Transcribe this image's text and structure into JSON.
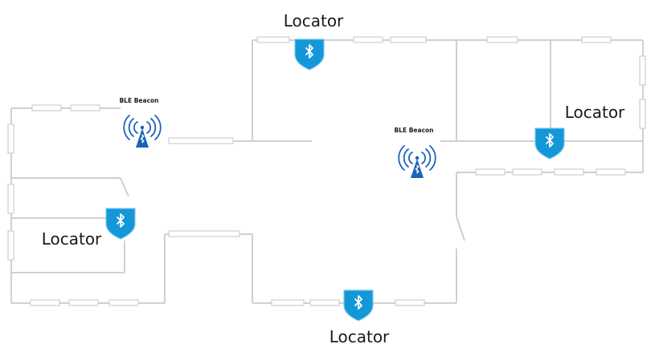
{
  "diagram": {
    "locators": [
      {
        "label": "Locator",
        "icon": "bluetooth-shield-icon"
      },
      {
        "label": "Locator",
        "icon": "bluetooth-shield-icon"
      },
      {
        "label": "Locator",
        "icon": "bluetooth-shield-icon"
      },
      {
        "label": "Locator",
        "icon": "bluetooth-shield-icon"
      }
    ],
    "beacons": [
      {
        "label": "BLE Beacon",
        "icon": "ble-beacon-icon"
      },
      {
        "label": "BLE Beacon",
        "icon": "ble-beacon-icon"
      }
    ],
    "colors": {
      "locator_blue": "#1497d8",
      "beacon_blue": "#1a63b8",
      "wall_gray": "#d0d0d0"
    }
  }
}
